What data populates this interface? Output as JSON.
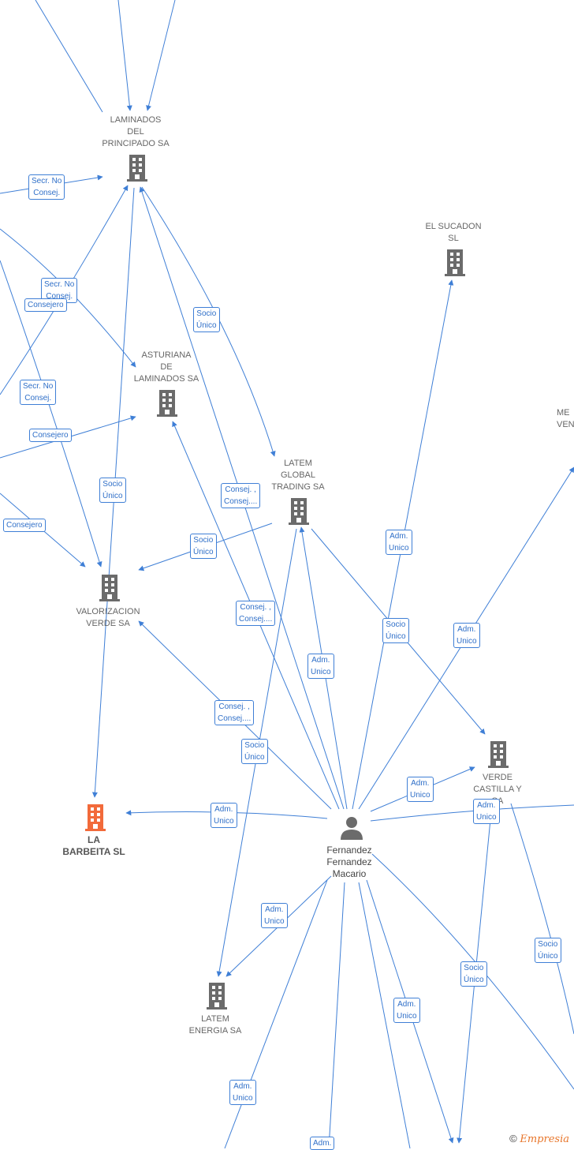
{
  "nodes": {
    "laminados": {
      "label": "LAMINADOS\nDEL\nPRINCIPADO SA",
      "icon": "building-icon"
    },
    "el_sucadon": {
      "label": "EL SUCADON\nSL",
      "icon": "building-icon"
    },
    "asturiana": {
      "label": "ASTURIANA\nDE\nLAMINADOS SA",
      "icon": "building-icon"
    },
    "latem_global": {
      "label": "LATEM\nGLOBAL\nTRADING SA",
      "icon": "building-icon"
    },
    "valorizacion": {
      "label": "VALORIZACION\nVERDE SA",
      "icon": "building-icon"
    },
    "verde_castilla": {
      "label": "VERDE\nCASTILLA Y\nSA",
      "icon": "building-icon"
    },
    "la_barbeita": {
      "label": "LA\nBARBEITA  SL",
      "icon": "building-icon",
      "highlight_color": "#f26a3a"
    },
    "fernandez": {
      "label": "Fernandez\nFernandez\nMacario",
      "icon": "person-icon"
    },
    "latem_energia": {
      "label": "LATEM\nENERGIA SA",
      "icon": "building-icon"
    },
    "partial_right": {
      "label": "ME\nVEN",
      "icon": "building-icon"
    }
  },
  "edge_labels": [
    "Secr.  No\nConsej.",
    "Secr. No\nConsej.",
    "Consejero",
    "Secr. No\nConsej.",
    "Consejero",
    "Consejero",
    "Socio\nÚnico",
    "Socio\nÚnico",
    "Consej. ,\nConsej....",
    "Socio\nÚnico",
    "Consej. ,\nConsej....",
    "Adm.\nUnico",
    "Socio\nÚnico",
    "Adm.\nUnico",
    "Adm.\nUnico",
    "Consej. ,\nConsej....",
    "Socio\nÚnico",
    "Adm.\nUnico",
    "Adm.\nUnico",
    "Adm.\nUnico",
    "Adm.\nUnico",
    "Socio\nÚnico",
    "Socio\nÚnico",
    "Adm.\nUnico",
    "Adm.\nUnico",
    "Adm."
  ],
  "colors": {
    "edge": "#3f7fd6",
    "node": "#6b6b6b",
    "highlight": "#f26a3a",
    "label_text": "#2f6fc8"
  },
  "watermark": {
    "copyright": "©",
    "brand": "Empresia"
  }
}
